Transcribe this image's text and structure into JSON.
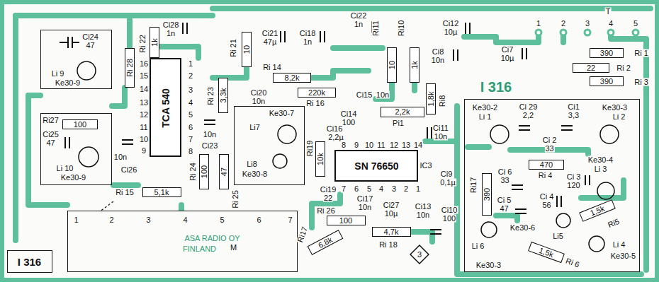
{
  "diagram": {
    "nodes": [
      {
        "text": [
          "Ci24",
          "47",
          "Li 9",
          "Ke30-9"
        ]
      },
      {
        "text": [
          "1k"
        ]
      },
      {
        "text": [
          "Ri 28"
        ]
      },
      {
        "text": [
          "TCA 540"
        ]
      },
      {
        "text": [
          "10"
        ]
      },
      {
        "text": [
          "10"
        ]
      },
      {
        "text": [
          "1k"
        ]
      },
      {
        "text": [
          "390"
        ]
      },
      {
        "text": [
          "22"
        ]
      },
      {
        "text": [
          "390"
        ]
      },
      {
        "text": [
          "8,2k"
        ]
      },
      {
        "text": [
          "220k"
        ]
      },
      {
        "text": [
          "3,3k"
        ]
      },
      {
        "text": [
          "Ri27",
          "Ci25",
          "47",
          "Li 10",
          "Ke30-9"
        ]
      },
      {
        "text": [
          "100"
        ],
        "in": 13
      },
      {
        "text": [
          "Ke30-7",
          "Li7",
          "Li8",
          "Ke30-8"
        ]
      },
      {
        "text": [
          "1,8k"
        ]
      },
      {
        "text": [
          "2,2k"
        ]
      },
      {
        "text": [
          "Ke30-2",
          "Li 1",
          "Ci 29",
          "2,2",
          "Ci1",
          "3,3",
          "Ke30-3",
          "Li 2",
          "Ci 2",
          "33",
          "Ri 4",
          "Ci 3",
          "120",
          "Ke30-4",
          "Li 3",
          "Ri17",
          "Ci 6",
          "33",
          "Ci 5",
          "47",
          "Ci 4",
          "56",
          "Ri5",
          "Ke30-6",
          "Li5",
          "Ri 6",
          "Li 6",
          "Ke30-3",
          "Li 4",
          "Ke30-5"
        ]
      },
      {
        "text": [
          "470"
        ],
        "in": 18
      },
      {
        "text": [
          "390"
        ],
        "in": 18
      },
      {
        "text": [
          "1,5k"
        ],
        "in": 18
      },
      {
        "text": [
          "1,5k"
        ],
        "in": 18
      },
      {
        "text": [
          "10k"
        ]
      },
      {
        "text": [
          "SN 76650"
        ]
      },
      {
        "text": [
          "100"
        ]
      },
      {
        "text": [
          "47"
        ]
      },
      {
        "text": [
          "5,1k"
        ]
      },
      {
        "text": [
          "100"
        ]
      },
      {
        "text": [
          "4,7k"
        ]
      },
      {
        "text": [
          "6,8k"
        ]
      },
      {
        "text": [
          "1",
          "2",
          "3",
          "4",
          "5",
          "6",
          "7",
          "ASA RADIO OY",
          "FINLAND",
          "M"
        ]
      },
      {
        "text": [
          "I 316"
        ]
      },
      {
        "text": [
          "3"
        ]
      }
    ],
    "labels": [
      "Ci28",
      "1n",
      "Ri 22",
      "16",
      "15",
      "14",
      "13",
      "12",
      "11",
      "10",
      "9",
      "1",
      "2",
      "3",
      "4",
      "5",
      "6",
      "7",
      "8",
      "10n",
      "Ci26",
      "Ri 23",
      "10n",
      "Ci23",
      "Ri 24",
      "Ri 25",
      "Ri 21",
      "Ci21",
      "47µ",
      "Ci18",
      "1n",
      "Ci22",
      "1n",
      "Ri11",
      "Ri10",
      "Ci12",
      "10µ",
      "Ci8",
      "10n",
      "Ci7",
      "10µ",
      "T",
      "1",
      "2",
      "3",
      "4",
      "5",
      "Ri 1",
      "Ri 2",
      "Ri 3",
      "Ri 14",
      "Ri 16",
      "Ci20",
      "10n",
      "Ri19",
      "Ci14",
      "100",
      "Ci16",
      "2,2µ",
      "Ci15",
      "10n",
      "Pi1",
      "Ri8",
      "I 316",
      "Ci11",
      "10n",
      "8",
      "9",
      "10",
      "11",
      "12",
      "13",
      "14",
      "7",
      "6",
      "5",
      "4",
      "3",
      "2",
      "1",
      "IC3",
      "Ci9",
      "0,1µ",
      "Ci19",
      "22",
      "Ci17",
      "10n",
      "Ci27",
      "10µ",
      "Ci13",
      "10n",
      "Ci10",
      "100",
      "Ri 26",
      "Ri 18",
      "Ri17",
      "Ri 15"
    ]
  }
}
